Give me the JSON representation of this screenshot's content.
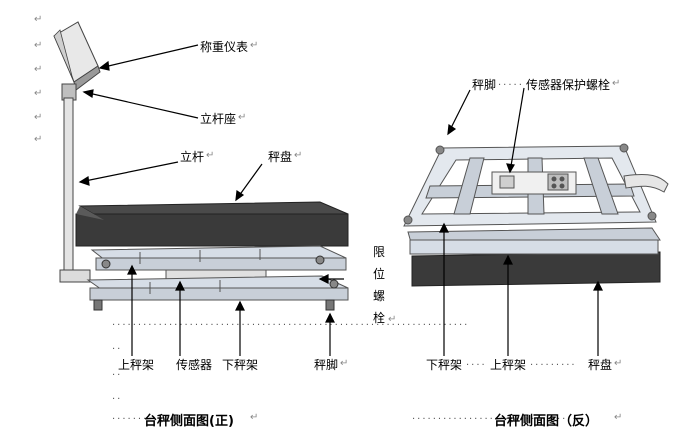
{
  "left_labels": {
    "meter": "称重仪表",
    "pole_base": "立杆座",
    "pole": "立杆",
    "pan": "秤盘",
    "limit_bolt": [
      "限",
      "位",
      "螺",
      "栓"
    ],
    "upper_frame": "上秤架",
    "sensor": "传感器",
    "lower_frame": "下秤架",
    "foot": "秤脚"
  },
  "right_labels": {
    "foot": "秤脚",
    "sensor_bolt": "传感器保护螺栓",
    "lower_frame": "下秤架",
    "upper_frame": "上秤架",
    "pan": "秤盘"
  },
  "captions": {
    "front": "台秤侧面图(正)",
    "back": "台秤侧面图（反）"
  },
  "paragraph_mark": "↵",
  "colors": {
    "pan_dark": "#3a3a3a",
    "frame": "#c8cfd8",
    "frame_edge": "#555555"
  }
}
